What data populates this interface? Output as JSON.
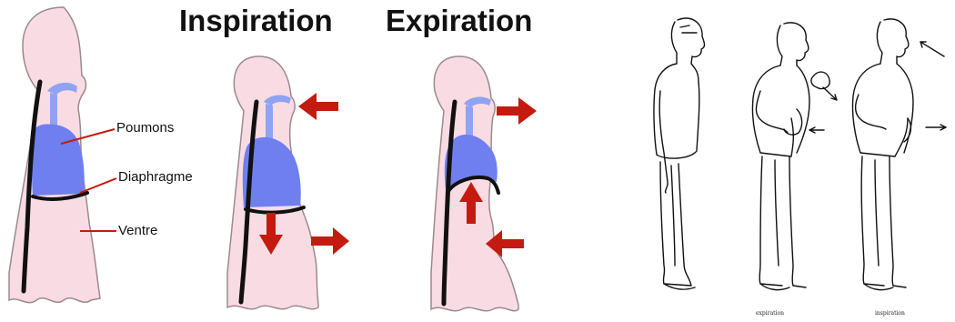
{
  "headings": {
    "inspiration": "Inspiration",
    "expiration": "Expiration"
  },
  "labels": {
    "lungs": "Poumons",
    "diaphragm": "Diaphragme",
    "belly": "Ventre"
  },
  "sketch_captions": {
    "expiration": "expiration",
    "inspiration": "inspiration"
  },
  "colors": {
    "body_fill": "#f9dbe3",
    "body_outline": "#9a8a8e",
    "lung_fill": "#6f7ff0",
    "airway_fill": "#8ea4f2",
    "diaphragm": "#111111",
    "arrow": "#c41b10",
    "pointer_line": "#c41b10"
  }
}
